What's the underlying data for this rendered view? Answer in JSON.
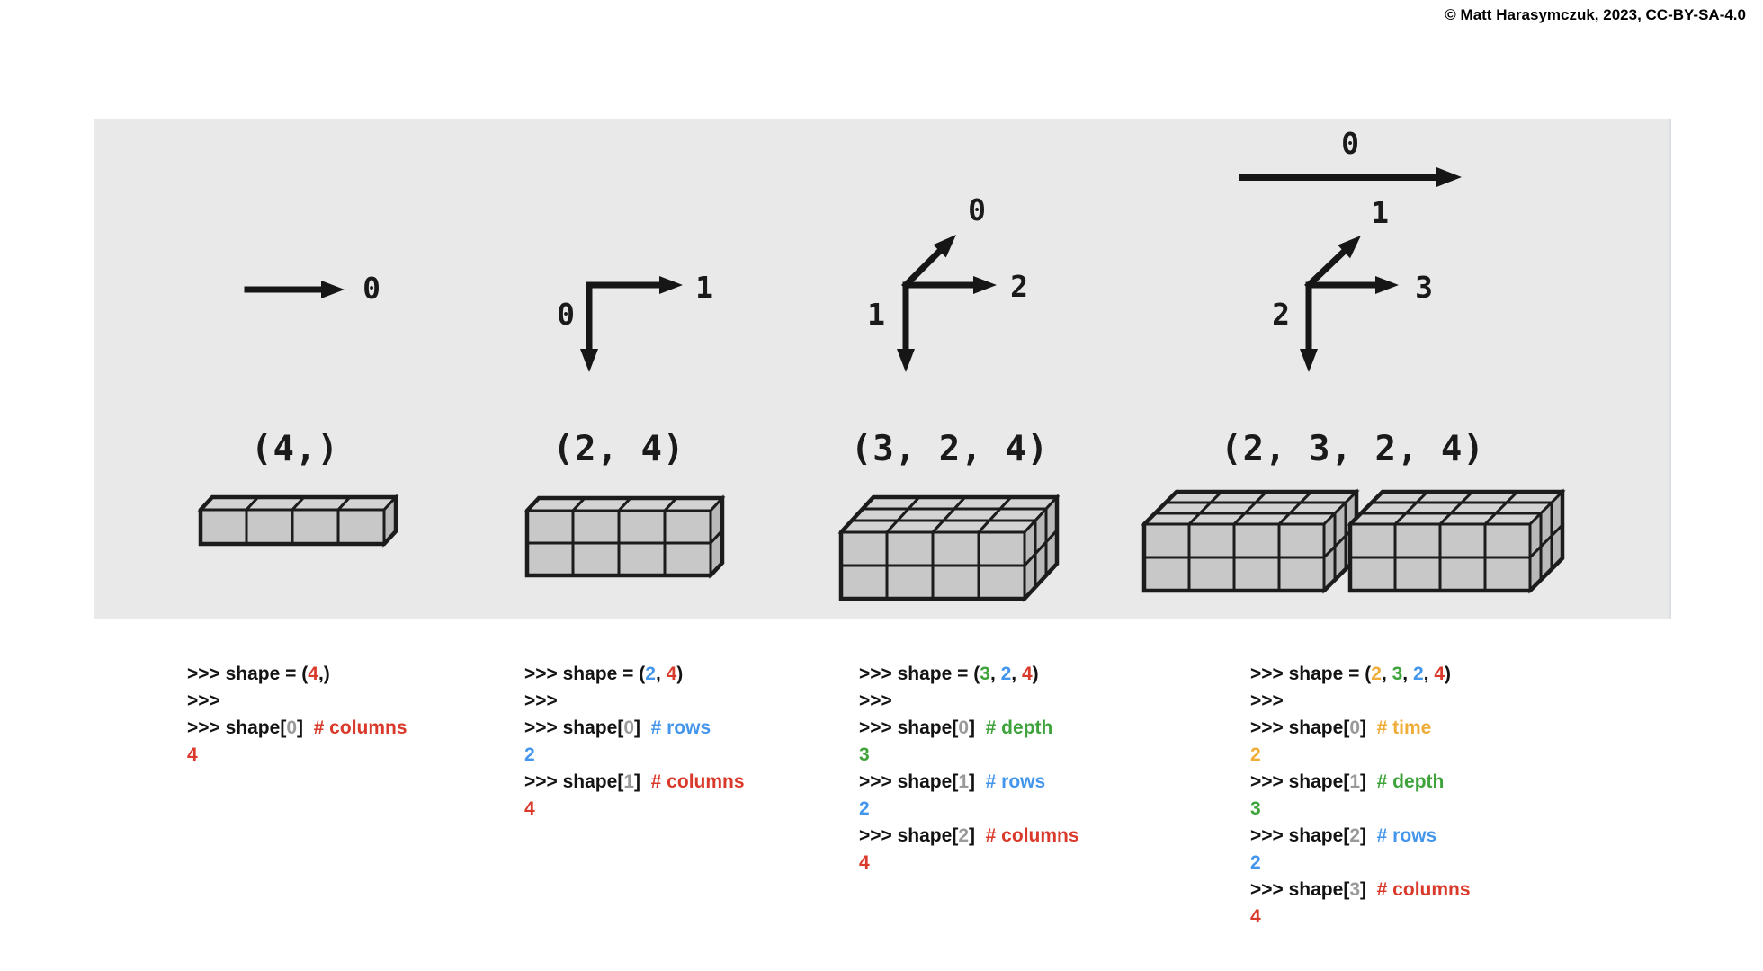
{
  "copyright": "© Matt Harasymczuk, 2023, CC-BY-SA-4.0",
  "colors": {
    "k": "#131313",
    "red": "#d93a2b",
    "blue": "#4496ec",
    "green": "#3ea33b",
    "yellow": "#f0ac38",
    "gray": "#9a9a9a",
    "panel_bg": "#e9e9e9",
    "cube_front": "#c8c8c8",
    "cube_top": "#d3d3d3",
    "cube_side": "#b9b9b9",
    "cube_stroke": "#1c1c1c"
  },
  "diagrams": [
    {
      "name": "1d",
      "tuple": "(4,)",
      "axis_labels": {
        "right": "0"
      },
      "blocks": [
        {
          "depth": 1,
          "rows": 1,
          "cols": 4
        }
      ]
    },
    {
      "name": "2d",
      "tuple": "(2, 4)",
      "axis_labels": {
        "right": "1",
        "down": "0"
      },
      "blocks": [
        {
          "depth": 1,
          "rows": 2,
          "cols": 4
        }
      ]
    },
    {
      "name": "3d",
      "tuple": "(3, 2, 4)",
      "axis_labels": {
        "diag": "0",
        "right": "2",
        "down": "1"
      },
      "blocks": [
        {
          "depth": 3,
          "rows": 2,
          "cols": 4
        }
      ]
    },
    {
      "name": "4d",
      "tuple": "(2, 3, 2, 4)",
      "axis_labels": {
        "outer": "0",
        "diag": "1",
        "right": "3",
        "down": "2"
      },
      "blocks": [
        {
          "depth": 3,
          "rows": 2,
          "cols": 4
        },
        {
          "depth": 3,
          "rows": 2,
          "cols": 4
        }
      ]
    }
  ],
  "code_blocks": [
    {
      "lines": [
        [
          [
            "k",
            ">>> shape = ("
          ],
          [
            "red",
            "4"
          ],
          [
            "k",
            ",)"
          ]
        ],
        [
          [
            "k",
            ">>>"
          ]
        ],
        [
          [
            "k",
            ">>> shape["
          ],
          [
            "gray",
            "0"
          ],
          [
            "k",
            "]  "
          ],
          [
            "red",
            "# columns"
          ]
        ],
        [
          [
            "red",
            "4"
          ]
        ]
      ]
    },
    {
      "lines": [
        [
          [
            "k",
            ">>> shape = ("
          ],
          [
            "blue",
            "2"
          ],
          [
            "k",
            ", "
          ],
          [
            "red",
            "4"
          ],
          [
            "k",
            ")"
          ]
        ],
        [
          [
            "k",
            ">>>"
          ]
        ],
        [
          [
            "k",
            ">>> shape["
          ],
          [
            "gray",
            "0"
          ],
          [
            "k",
            "]  "
          ],
          [
            "blue",
            "# rows"
          ]
        ],
        [
          [
            "blue",
            "2"
          ]
        ],
        [
          [
            "k",
            ">>> shape["
          ],
          [
            "gray",
            "1"
          ],
          [
            "k",
            "]  "
          ],
          [
            "red",
            "# columns"
          ]
        ],
        [
          [
            "red",
            "4"
          ]
        ]
      ]
    },
    {
      "lines": [
        [
          [
            "k",
            ">>> shape = ("
          ],
          [
            "green",
            "3"
          ],
          [
            "k",
            ", "
          ],
          [
            "blue",
            "2"
          ],
          [
            "k",
            ", "
          ],
          [
            "red",
            "4"
          ],
          [
            "k",
            ")"
          ]
        ],
        [
          [
            "k",
            ">>>"
          ]
        ],
        [
          [
            "k",
            ">>> shape["
          ],
          [
            "gray",
            "0"
          ],
          [
            "k",
            "]  "
          ],
          [
            "green",
            "# depth"
          ]
        ],
        [
          [
            "green",
            "3"
          ]
        ],
        [
          [
            "k",
            ">>> shape["
          ],
          [
            "gray",
            "1"
          ],
          [
            "k",
            "]  "
          ],
          [
            "blue",
            "# rows"
          ]
        ],
        [
          [
            "blue",
            "2"
          ]
        ],
        [
          [
            "k",
            ">>> shape["
          ],
          [
            "gray",
            "2"
          ],
          [
            "k",
            "]  "
          ],
          [
            "red",
            "# columns"
          ]
        ],
        [
          [
            "red",
            "4"
          ]
        ]
      ]
    },
    {
      "lines": [
        [
          [
            "k",
            ">>> shape = ("
          ],
          [
            "yellow",
            "2"
          ],
          [
            "k",
            ", "
          ],
          [
            "green",
            "3"
          ],
          [
            "k",
            ", "
          ],
          [
            "blue",
            "2"
          ],
          [
            "k",
            ", "
          ],
          [
            "red",
            "4"
          ],
          [
            "k",
            ")"
          ]
        ],
        [
          [
            "k",
            ">>>"
          ]
        ],
        [
          [
            "k",
            ">>> shape["
          ],
          [
            "gray",
            "0"
          ],
          [
            "k",
            "]  "
          ],
          [
            "yellow",
            "# time"
          ]
        ],
        [
          [
            "yellow",
            "2"
          ]
        ],
        [
          [
            "k",
            ">>> shape["
          ],
          [
            "gray",
            "1"
          ],
          [
            "k",
            "]  "
          ],
          [
            "green",
            "# depth"
          ]
        ],
        [
          [
            "green",
            "3"
          ]
        ],
        [
          [
            "k",
            ">>> shape["
          ],
          [
            "gray",
            "2"
          ],
          [
            "k",
            "]  "
          ],
          [
            "blue",
            "# rows"
          ]
        ],
        [
          [
            "blue",
            "2"
          ]
        ],
        [
          [
            "k",
            ">>> shape["
          ],
          [
            "gray",
            "3"
          ],
          [
            "k",
            "]  "
          ],
          [
            "red",
            "# columns"
          ]
        ],
        [
          [
            "red",
            "4"
          ]
        ]
      ]
    }
  ]
}
